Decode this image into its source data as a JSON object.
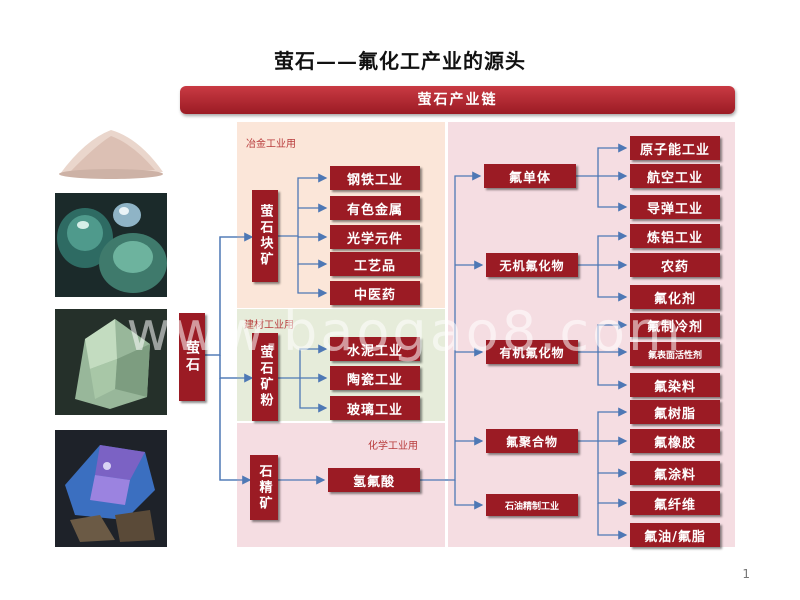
{
  "title": "萤石——氟化工产业的源头",
  "banner": "萤石产业链",
  "watermark": "www.baogao8.com",
  "page_number": "1",
  "regions": {
    "metallurgy": "冶金工业用",
    "building": "建材工业用",
    "chemical": "化学工业用"
  },
  "root": "萤石",
  "mid": {
    "lump": "萤石块矿",
    "powder": "萤石矿粉",
    "concentrate": "石精矿"
  },
  "metallurgy_items": [
    "钢铁工业",
    "有色金属",
    "光学元件",
    "工艺品",
    "中医药"
  ],
  "building_items": [
    "水泥工业",
    "陶瓷工业",
    "玻璃工业"
  ],
  "acid": "氢氟酸",
  "categories": {
    "fluorine_single": "氟单体",
    "inorganic": "无机氟化物",
    "organic": "有机氟化物",
    "polymer": "氟聚合物",
    "petroleum": "石油精制工业"
  },
  "outputs": {
    "single": [
      "原子能工业",
      "航空工业",
      "导弹工业"
    ],
    "inorganic": [
      "炼铝工业",
      "农药",
      "氟化剂"
    ],
    "organic": [
      "氟制冷剂",
      "氟表面活性剂",
      "氟染料"
    ],
    "polymer": [
      "氟树脂",
      "氟橡胶",
      "氟涂料",
      "氟纤维",
      "氟油/氟脂"
    ]
  }
}
